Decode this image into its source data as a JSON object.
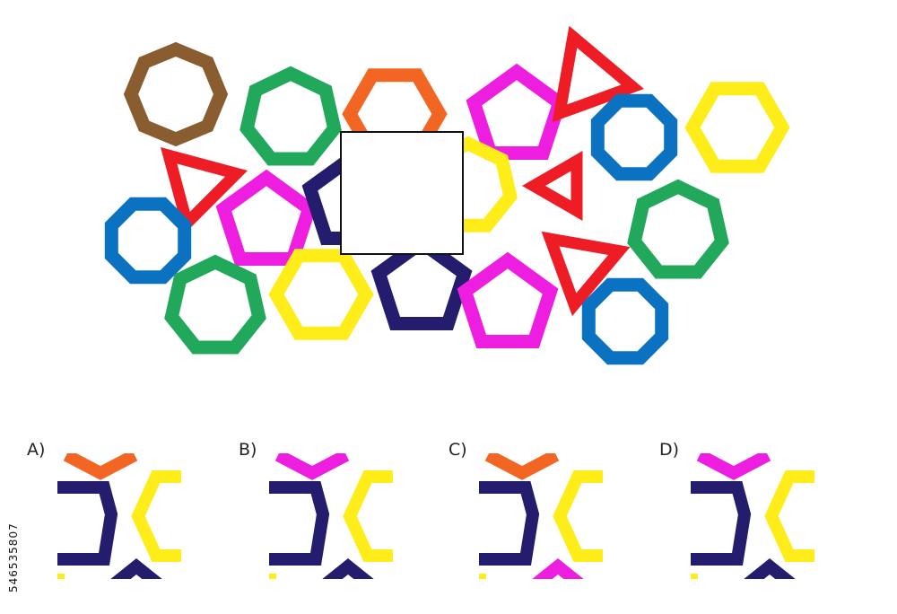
{
  "colors": {
    "brown": "#8a5d30",
    "green": "#22a85a",
    "orange": "#f26522",
    "magenta": "#ee1ee0",
    "red": "#ee1c25",
    "blue": "#0a72c1",
    "yellow": "#ffed1a",
    "navy": "#241c6c"
  },
  "options": [
    {
      "label": "A)",
      "top": "orange",
      "bottom": "navy"
    },
    {
      "label": "B)",
      "top": "magenta",
      "bottom": "navy"
    },
    {
      "label": "C)",
      "top": "orange",
      "bottom": "magenta"
    },
    {
      "label": "D)",
      "top": "magenta",
      "bottom": "navy"
    }
  ],
  "side_text": "546535807"
}
